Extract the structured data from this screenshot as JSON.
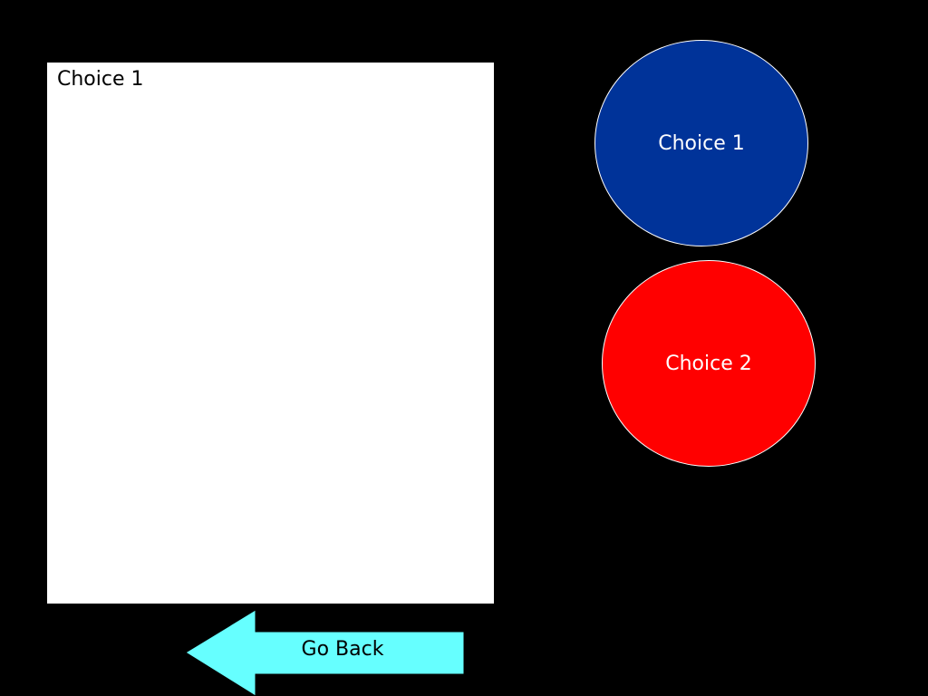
{
  "panel": {
    "title": "Choice 1"
  },
  "choices": [
    {
      "label": "Choice 1",
      "color": "#003399"
    },
    {
      "label": "Choice 2",
      "color": "#ff0000"
    }
  ],
  "navigation": {
    "back_label": "Go Back",
    "arrow_color": "#66ffff",
    "icon": "left-arrow-icon"
  }
}
